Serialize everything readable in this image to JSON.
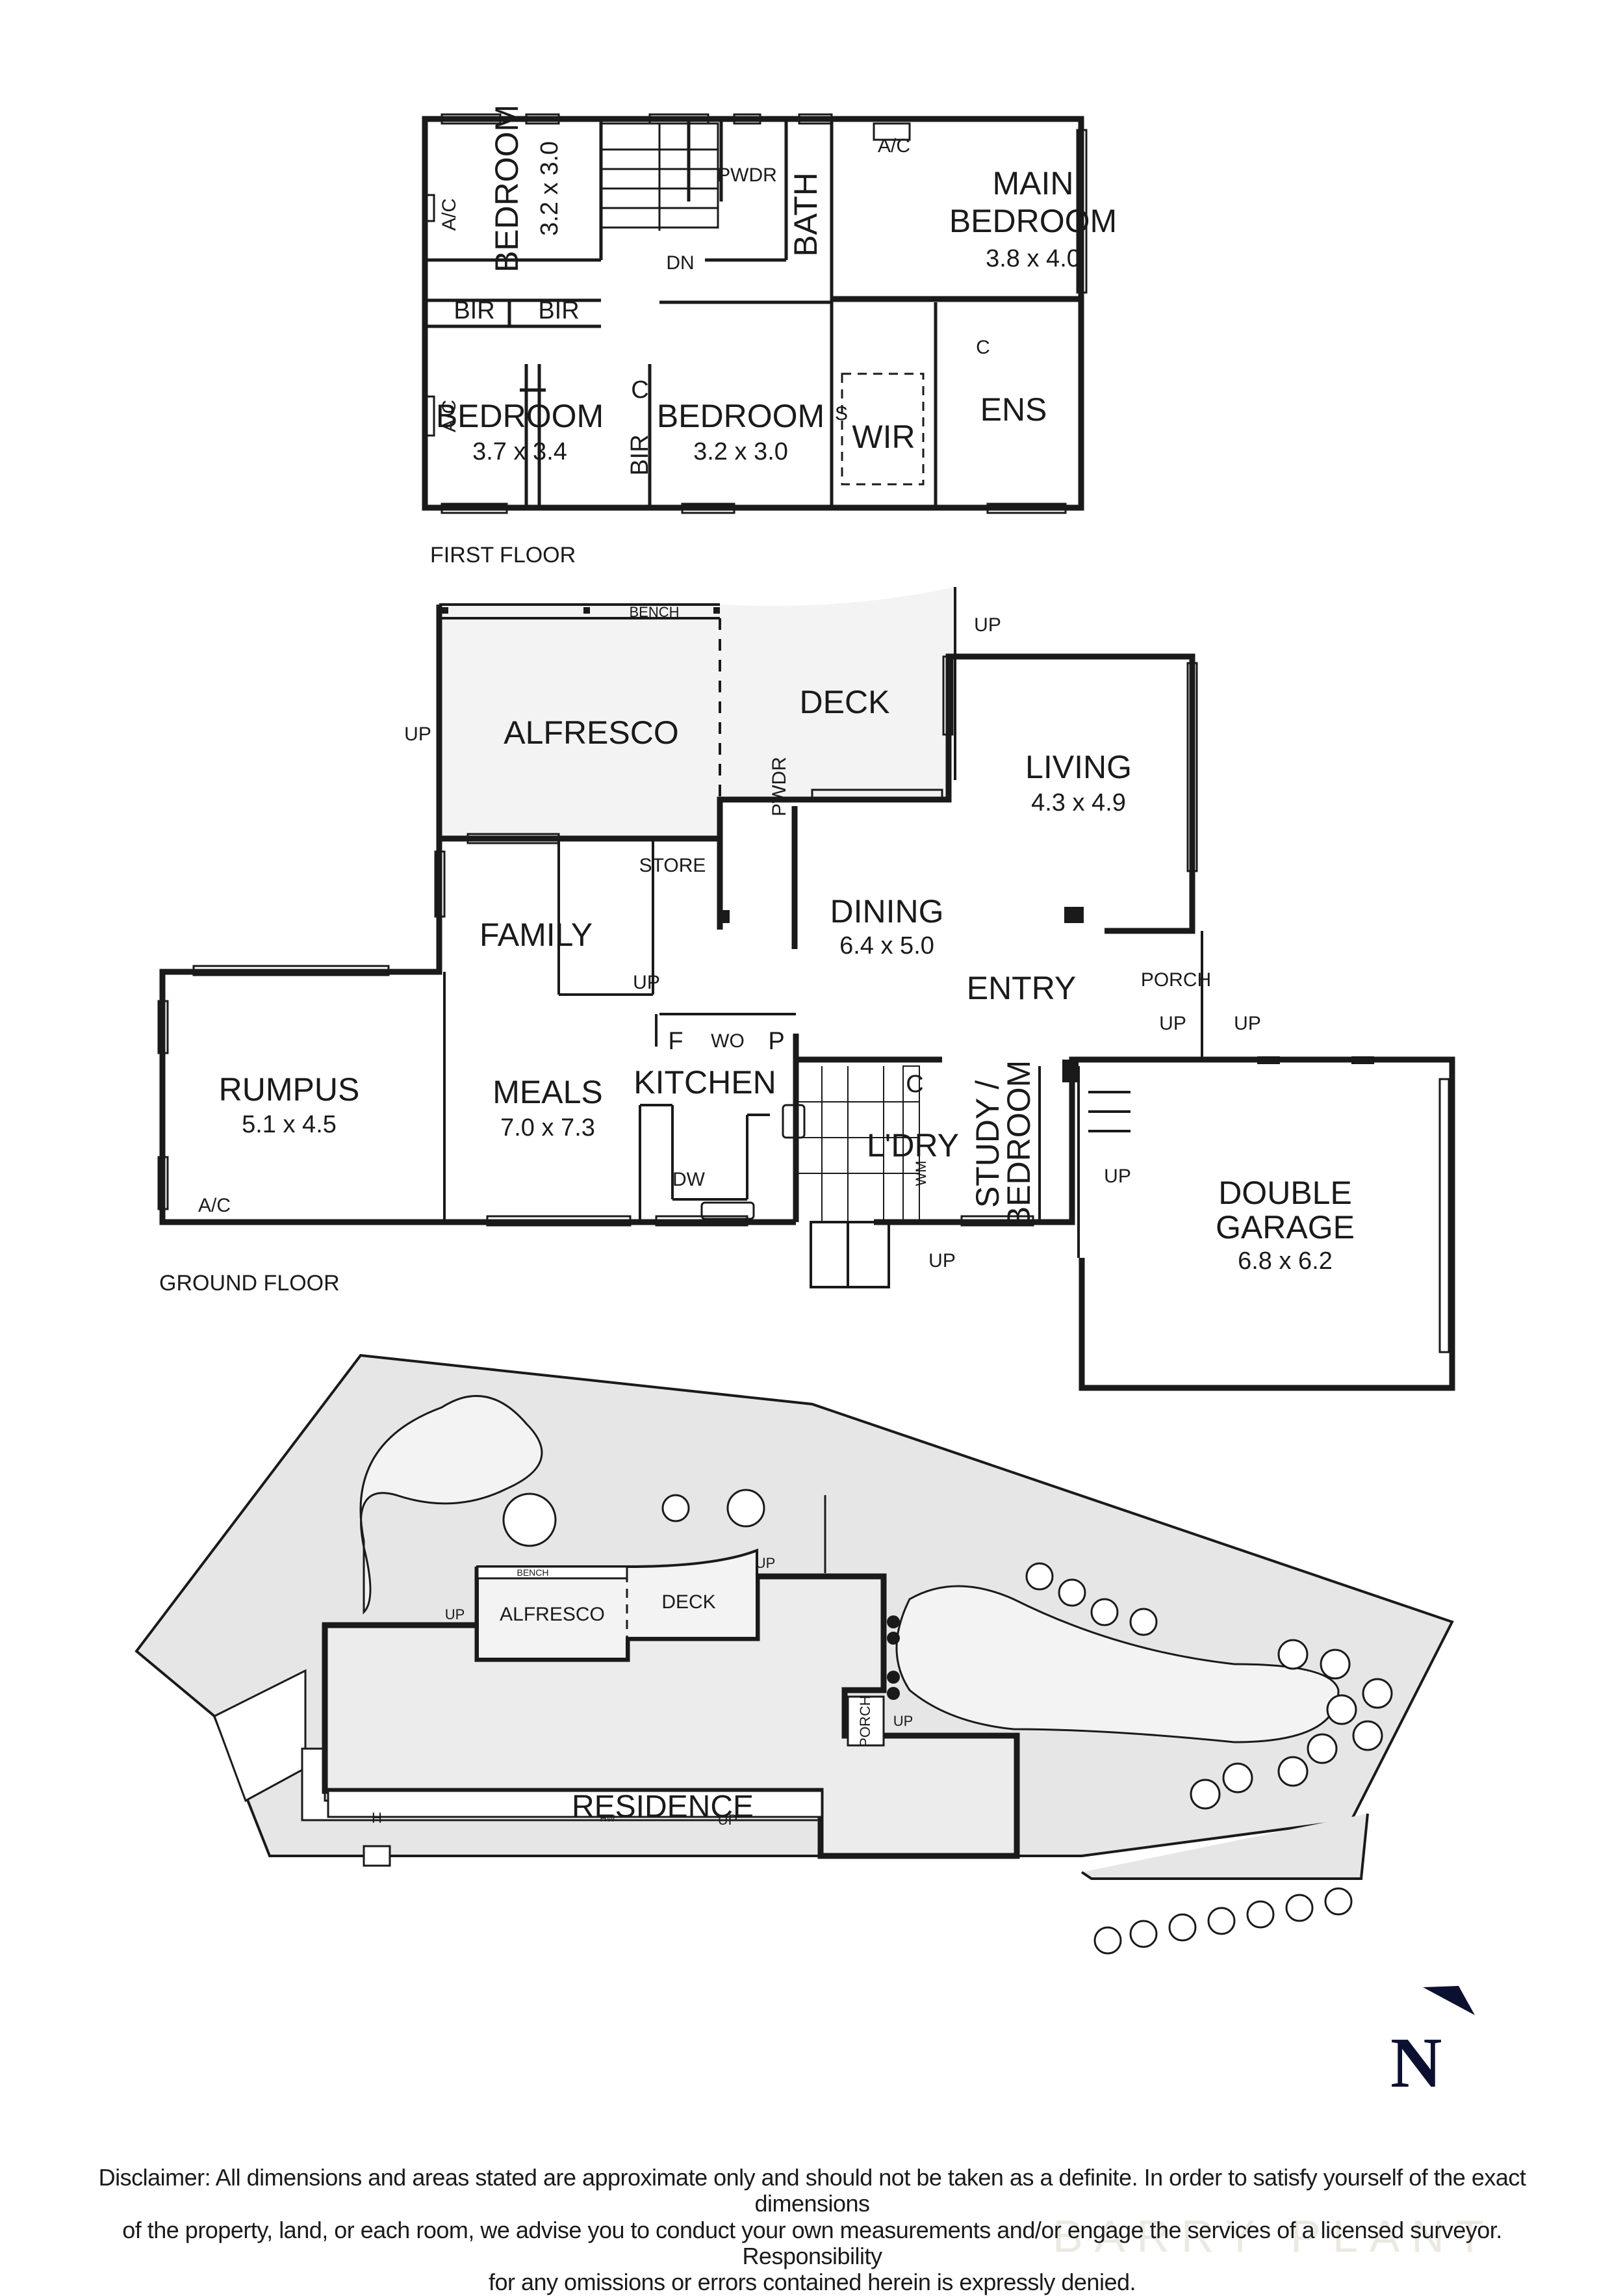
{
  "first_floor": {
    "title": "FIRST FLOOR",
    "rooms": [
      {
        "name": "BEDROOM",
        "dim": "3.2 x 3.0"
      },
      {
        "name": "MAIN BEDROOM",
        "line1": "MAIN",
        "line2": "BEDROOM",
        "dim": "3.8 x 4.0"
      },
      {
        "name": "BEDROOM",
        "dim": "3.7 x 3.4"
      },
      {
        "name": "BEDROOM",
        "dim": "3.2 x 3.0"
      },
      {
        "name": "BATH"
      },
      {
        "name": "PWDR"
      },
      {
        "name": "ENS"
      },
      {
        "name": "WIR"
      }
    ],
    "fixtures": {
      "bir": "BIR",
      "cupboard": "C",
      "ac": "A/C",
      "stair": "DN",
      "shelf": "S"
    }
  },
  "ground_floor": {
    "title": "GROUND FLOOR",
    "rooms": [
      {
        "name": "ALFRESCO"
      },
      {
        "name": "DECK"
      },
      {
        "name": "LIVING",
        "dim": "4.3 x 4.9"
      },
      {
        "name": "STORE"
      },
      {
        "name": "PWDR"
      },
      {
        "name": "FAMILY"
      },
      {
        "name": "DINING",
        "dim": "6.4 x 5.0"
      },
      {
        "name": "ENTRY"
      },
      {
        "name": "PORCH"
      },
      {
        "name": "RUMPUS",
        "dim": "5.1 x 4.5"
      },
      {
        "name": "MEALS",
        "dim": "7.0 x 7.3"
      },
      {
        "name": "KITCHEN"
      },
      {
        "name": "L'DRY"
      },
      {
        "name": "STUDY / BEDROOM",
        "line1": "STUDY /",
        "line2": "BEDROOM"
      },
      {
        "name": "DOUBLE GARAGE",
        "line1": "DOUBLE",
        "line2": "GARAGE",
        "dim": "6.8 x 6.2"
      }
    ],
    "fixtures": {
      "bench": "BENCH",
      "up": "UP",
      "fridge": "F",
      "wall_oven": "WO",
      "pantry": "P",
      "dishwasher": "DW",
      "washing_machine": "WM",
      "cupboard": "C",
      "ac": "A/C"
    }
  },
  "site_plan": {
    "residence": "RESIDENCE",
    "alfresco": "ALFRESCO",
    "deck": "DECK",
    "porch": "PORCH",
    "bench": "BENCH",
    "up": "UP",
    "heater": "H",
    "hot_water": "HW"
  },
  "compass": {
    "letter": "N",
    "color": "#0c1030"
  },
  "colors": {
    "wall": "#1a1a1a",
    "outdoor_fill": "#f3f3f3",
    "site_fill": "#e6e6e6",
    "residence_fill": "#ececec"
  },
  "disclaimer": {
    "line1": "Disclaimer: All dimensions and areas stated are approximate only and should not be taken as a definite. In order to satisfy yourself of the exact dimensions",
    "line2": "of the property, land, or each room, we advise you to conduct your own measurements and/or engage the services of a licensed surveyor. Responsibility",
    "line3": "for any omissions or errors contained herein is expressly denied."
  },
  "watermark": "BARRY PLANT"
}
